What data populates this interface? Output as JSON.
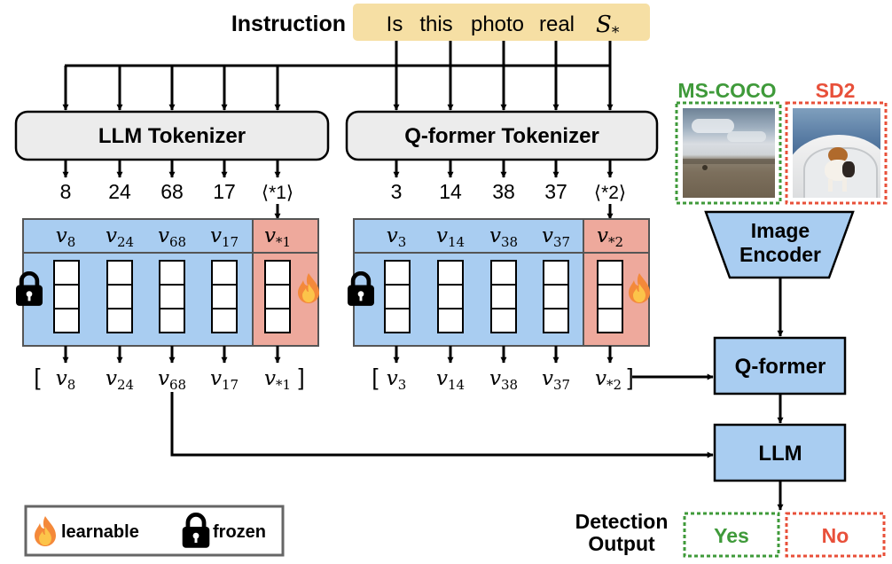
{
  "instruction": {
    "label": "Instruction",
    "words": [
      "Is",
      "this",
      "photo",
      "real"
    ],
    "placeholder": "S*"
  },
  "llm_tokenizer": {
    "title": "LLM Tokenizer",
    "token_ids": [
      "8",
      "24",
      "68",
      "17",
      "⟨*1⟩"
    ],
    "embeddings": [
      {
        "base": "v",
        "sub": "8"
      },
      {
        "base": "v",
        "sub": "24"
      },
      {
        "base": "v",
        "sub": "68"
      },
      {
        "base": "v",
        "sub": "17"
      },
      {
        "base": "v",
        "sub": "*1"
      }
    ],
    "output_open": "[",
    "output_close": "]"
  },
  "qformer_tokenizer": {
    "title": "Q-former Tokenizer",
    "token_ids": [
      "3",
      "14",
      "38",
      "37",
      "⟨*2⟩"
    ],
    "embeddings": [
      {
        "base": "v",
        "sub": "3"
      },
      {
        "base": "v",
        "sub": "14"
      },
      {
        "base": "v",
        "sub": "38"
      },
      {
        "base": "v",
        "sub": "37"
      },
      {
        "base": "v",
        "sub": "*2"
      }
    ],
    "output_open": "[",
    "output_close": "]"
  },
  "datasets": {
    "real": {
      "label": "MS-COCO",
      "color": "#3f9a3a"
    },
    "fake": {
      "label": "SD2",
      "color": "#e8503a"
    }
  },
  "image_encoder": {
    "line1": "Image",
    "line2": "Encoder"
  },
  "qformer_block": {
    "label": "Q-former"
  },
  "llm_block": {
    "label": "LLM"
  },
  "detection": {
    "line1": "Detection",
    "line2": "Output",
    "yes": "Yes",
    "no": "No"
  },
  "legend": {
    "learnable": "learnable",
    "frozen": "frozen"
  },
  "colors": {
    "instruction_bg": "#f6dfa4",
    "tokenizer_bg": "#ececec",
    "frozen_bg": "#a9cdf1",
    "learnable_bg": "#eea99c",
    "block_bg": "#a9cdf1"
  }
}
